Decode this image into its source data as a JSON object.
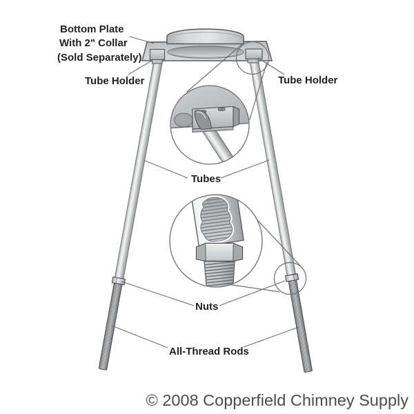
{
  "diagram": {
    "labels": {
      "bottom_plate_line1": "Bottom Plate",
      "bottom_plate_line2": "With 2\" Collar",
      "bottom_plate_line3": "(Sold Separately)",
      "tube_holder_left": "Tube Holder",
      "tube_holder_right": "Tube Holder",
      "tubes": "Tubes",
      "nuts": "Nuts",
      "all_thread_rods": "All-Thread Rods"
    },
    "copyright": "© 2008 Copperfield Chimney Supply",
    "colors": {
      "outline": "#58595b",
      "callout_line": "#6d6e71",
      "label_text": "#231f20",
      "copyright_text": "#4a4b4d",
      "metal_light": "#f2f3f4",
      "metal_mid": "#c6c8ca",
      "metal_dark": "#8f9193"
    }
  }
}
